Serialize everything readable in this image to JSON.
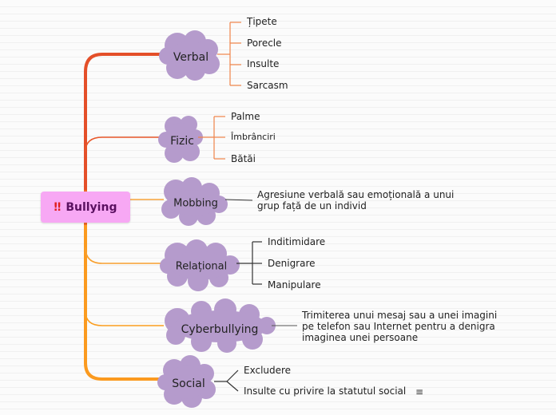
{
  "root": {
    "icon": "double-exclamation-icon",
    "icon_glyph": "‼",
    "label": "Bullying"
  },
  "branches": {
    "verbal": {
      "label": "Verbal",
      "children": [
        "Țipete",
        "Porecle",
        "Insulte",
        "Sarcasm"
      ]
    },
    "fizic": {
      "label": "Fizic",
      "children": [
        "Palme",
        "Îmbrânciri",
        "Bătăi"
      ]
    },
    "mobbing": {
      "label": "Mobbing",
      "note": "Agresiune verbală sau emoțională a unui grup față de un individ"
    },
    "relational": {
      "label": "Relațional",
      "children": [
        "Inditimidare",
        "Denigrare",
        "Manipulare"
      ]
    },
    "cyberbullying": {
      "label": "Cyberbullying",
      "note": "Trimiterea unui mesaj sau a unei imagini pe telefon sau Internet pentru a denigra imaginea unei persoane"
    },
    "social": {
      "label": "Social",
      "children": [
        "Excludere",
        "Insulte cu privire la statutul social"
      ],
      "note_icon": "notes-icon",
      "note_glyph": "≡"
    }
  },
  "colors": {
    "cloud": "#b59bcc",
    "root": "#f7a8f4",
    "trunk_top": "#e5562a",
    "trunk_bottom": "#fb9a1f",
    "leaf_line": "#f0844a",
    "leaf_line_orange": "#f6a444",
    "text": "#222222"
  }
}
